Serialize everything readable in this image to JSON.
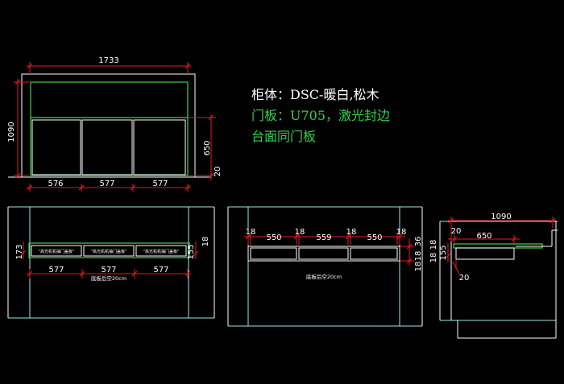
{
  "specs": {
    "line1": "柜体：DSC-暖白,松木",
    "line2": "门板：U705，激光封边",
    "line3": "台面同门板",
    "line1_color": "#ffffff",
    "line2_color": "#33d14a",
    "line3_color": "#33d14a"
  },
  "front_view": {
    "width_dim": "1733",
    "height_dim": "1090",
    "door_height_dim": "650",
    "base_dim": "20",
    "door_widths": [
      "576",
      "577",
      "577"
    ]
  },
  "lower_front": {
    "drawer_widths": [
      "577",
      "577",
      "577"
    ],
    "drawer_label": "\"高光机机抽门盖板\"",
    "left_dim": "173",
    "right_dim_a": "155",
    "right_dim_b": "18",
    "base_note": "底板后空20cm"
  },
  "middle_view": {
    "top_dims": [
      "18",
      "550",
      "18",
      "559",
      "18",
      "550",
      "18"
    ],
    "side_dims": [
      "36",
      "18"
    ],
    "side_dim_b": "18",
    "base_note": "底板后空20cm"
  },
  "side_view": {
    "depth_dim": "1090",
    "top_left": "20",
    "top_mid": "650",
    "left_dim": "155",
    "bottom_dim": "20",
    "right_dims": [
      "18",
      "18"
    ]
  },
  "colors": {
    "dimension": "#e21b1b",
    "cabinet": "#3fd14a",
    "outline": "#ffffff"
  }
}
